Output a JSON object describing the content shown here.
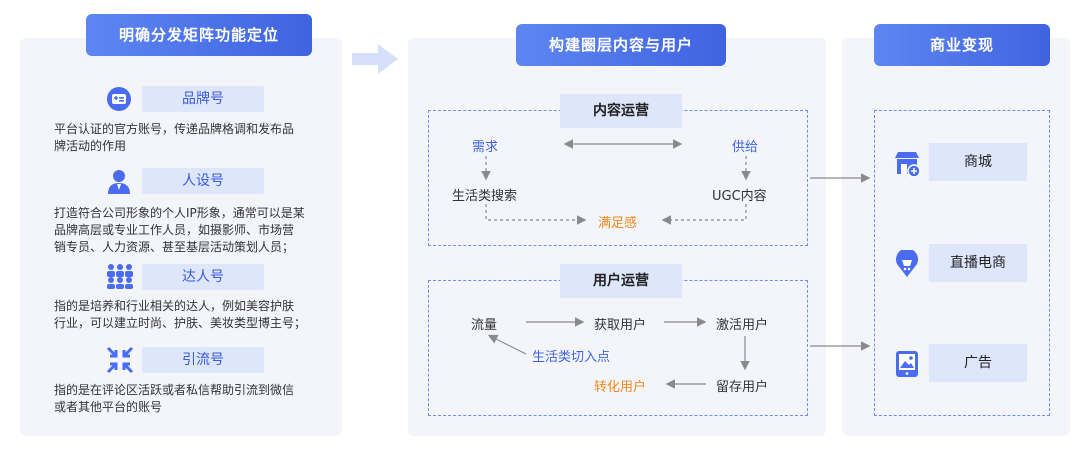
{
  "left": {
    "title": "明确分发矩阵功能定位",
    "accounts": [
      {
        "icon": "brand-card-icon",
        "label": "品牌号",
        "desc": [
          "平台认证的官方账号，传递品牌格调和发布品",
          "牌活动的作用"
        ]
      },
      {
        "icon": "persona-icon",
        "label": "人设号",
        "desc": [
          "打造符合公司形象的个人IP形象，通常可以是某",
          "品牌高层或专业工作人员，如摄影师、市场营",
          "销专员、人力资源、甚至基层活动策划人员；"
        ]
      },
      {
        "icon": "influencer-group-icon",
        "label": "达人号",
        "desc": [
          "指的是培养和行业相关的达人，例如美容护肤",
          "行业，可以建立时尚、护肤、美妆类型博主号；"
        ]
      },
      {
        "icon": "traffic-converge-icon",
        "label": "引流号",
        "desc": [
          "指的是在评论区活跃或者私信帮助引流到微信",
          "或者其他平台的账号"
        ]
      }
    ]
  },
  "middle": {
    "title": "构建圈层内容与用户",
    "content_ops": {
      "title": "内容运营",
      "demand": "需求",
      "supply": "供给",
      "search": "生活类搜索",
      "ugc": "UGC内容",
      "satisfaction": "满足感"
    },
    "user_ops": {
      "title": "用户运营",
      "traffic": "流量",
      "acquire": "获取用户",
      "activate": "激活用户",
      "retain": "留存用户",
      "convert": "转化用户",
      "entry": "生活类切入点"
    }
  },
  "right": {
    "title": "商业变现",
    "items": [
      {
        "icon": "store-icon",
        "label": "商城"
      },
      {
        "icon": "live-commerce-icon",
        "label": "直播电商"
      },
      {
        "icon": "ad-icon",
        "label": "广告"
      }
    ]
  },
  "colors": {
    "accent": "#3f63e0",
    "light": "#dde6fb",
    "highlight": "#f08a1d",
    "panel": "#f3f5fb"
  }
}
